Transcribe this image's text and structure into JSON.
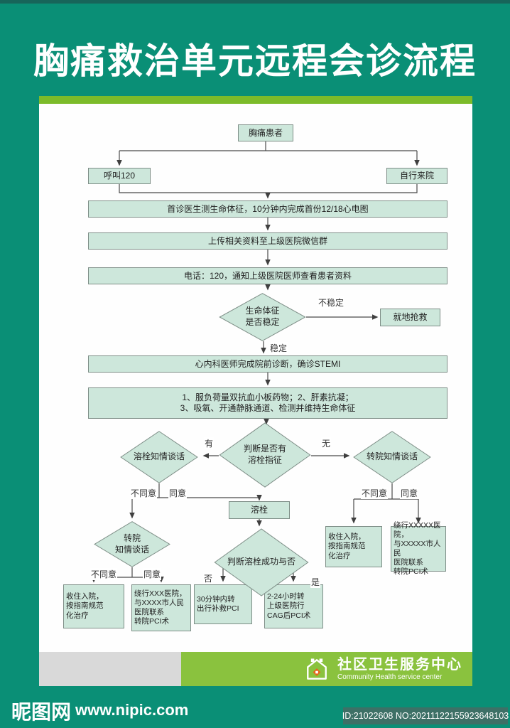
{
  "poster": {
    "title": "胸痛救治单元远程会诊流程",
    "nodes": {
      "patient": "胸痛患者",
      "call_120": "呼叫120",
      "self_arrival": "自行来院",
      "first_diagnosis": "首诊医生测生命体征，10分钟内完成首份12/18心电图",
      "upload_wechat": "上传相关资料至上级医院微信群",
      "phone_notify": "电话：120，通知上级医院医师查看患者资料",
      "vitals_stable_q": "生命体征\n是否稳定",
      "onsite_rescue": "就地抢救",
      "stemi_diagnosis": "心内科医师完成院前诊断，确诊STEMI",
      "pre_treatment": "1、服负荷量双抗血小板药物；2、肝素抗凝；\n3、吸氧、开通静脉通道、检测并维持生命体征",
      "lysis_indication_q": "判断是否有\n溶栓指征",
      "lysis_consent_talk": "溶栓知情谈话",
      "transfer_consent_talk": "转院知情谈话",
      "lysis": "溶栓",
      "transfer_consent_talk_2": "转院\n知情谈话",
      "lysis_success_q": "判断溶栓成功与否",
      "admit_guideline_left": "收住入院，\n按指南规范\n化治疗",
      "bypass_transfer_left": "绕行XXX医院，\n与XXXX市人民\n医院联系\n转院PCI术",
      "rescue_pci_30min": "30分钟内转\n出行补救PCI",
      "cag_pci_2_24h": "2-24小时转\n上级医院行\nCAG后PCI术",
      "admit_guideline_right": "收住入院，\n按指南规范\n化治疗",
      "bypass_transfer_right": "绕行XXXXX医院，\n与XXXXX市人民\n医院联系\n转院PCI术"
    },
    "edge_labels": {
      "unstable": "不稳定",
      "stable": "稳定",
      "has_indication": "有",
      "no_indication": "无",
      "disagree": "不同意",
      "agree": "同意",
      "lysis_failed": "否",
      "lysis_succeeded": "是"
    },
    "footer": {
      "org_name_cn": "社区卫生服务中心",
      "org_name_en": "Community Health service center"
    }
  },
  "watermark": {
    "site_name": "昵图网",
    "site_url": "www.nipic.com",
    "image_id": "ID:21022608 NO:20211122155923648103"
  },
  "colors": {
    "background_teal": "#0a8f76",
    "top_strip_teal": "#17655a",
    "accent_green": "#7cbb2a",
    "footer_green": "#8ac23e",
    "node_fill": "#cde7db",
    "node_border": "#7e8e87",
    "footer_gray": "#d9d9d9",
    "badge_background": "#3d7066"
  }
}
